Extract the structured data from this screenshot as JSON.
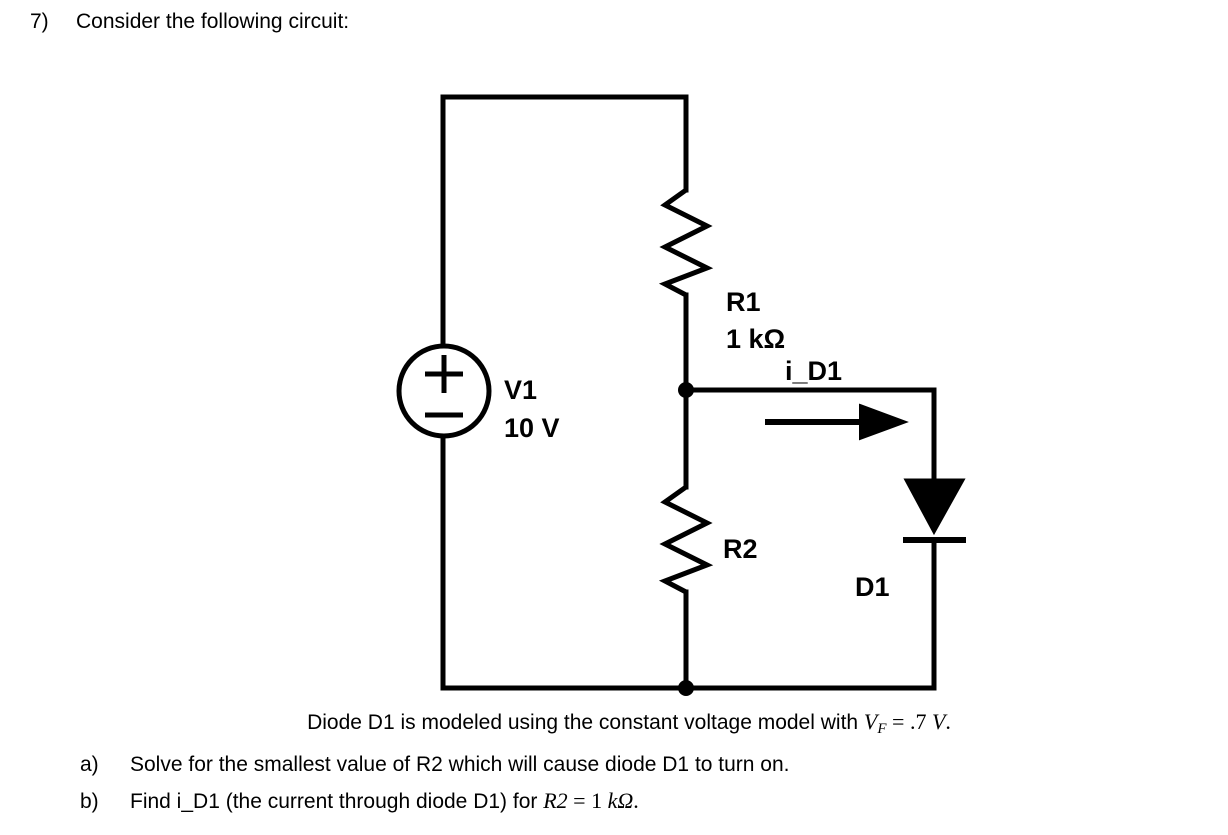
{
  "question": {
    "number": "7)",
    "prompt": "Consider the following circuit:"
  },
  "circuit": {
    "source": {
      "name": "V1",
      "value": "10 V",
      "plus": "+",
      "minus": "−"
    },
    "r1": {
      "name": "R1",
      "value": "1 kΩ"
    },
    "r2": {
      "name": "R2",
      "value": ""
    },
    "d1": {
      "name": "D1"
    },
    "current": {
      "label": "i_D1"
    },
    "colors": {
      "wire": "#000000",
      "background": "#ffffff"
    }
  },
  "statement": {
    "lead": "Diode D1 is modeled using the constant voltage model with ",
    "vf_symbol": "V",
    "vf_subscript": "F",
    "vf_equals": " = ",
    "vf_value": ".7",
    "vf_unit": "V",
    "period": "."
  },
  "parts": [
    {
      "marker": "a)",
      "text": "Solve for the smallest value of R2 which will cause diode D1 to turn on.",
      "math_prefix": "",
      "math": "",
      "math_suffix": ""
    },
    {
      "marker": "b)",
      "text": "Find i_D1 (the current through diode D1) for ",
      "math_var": "R2",
      "math_equals": " = ",
      "math_value": "1",
      "math_unit": "kΩ",
      "math_period": "."
    }
  ]
}
